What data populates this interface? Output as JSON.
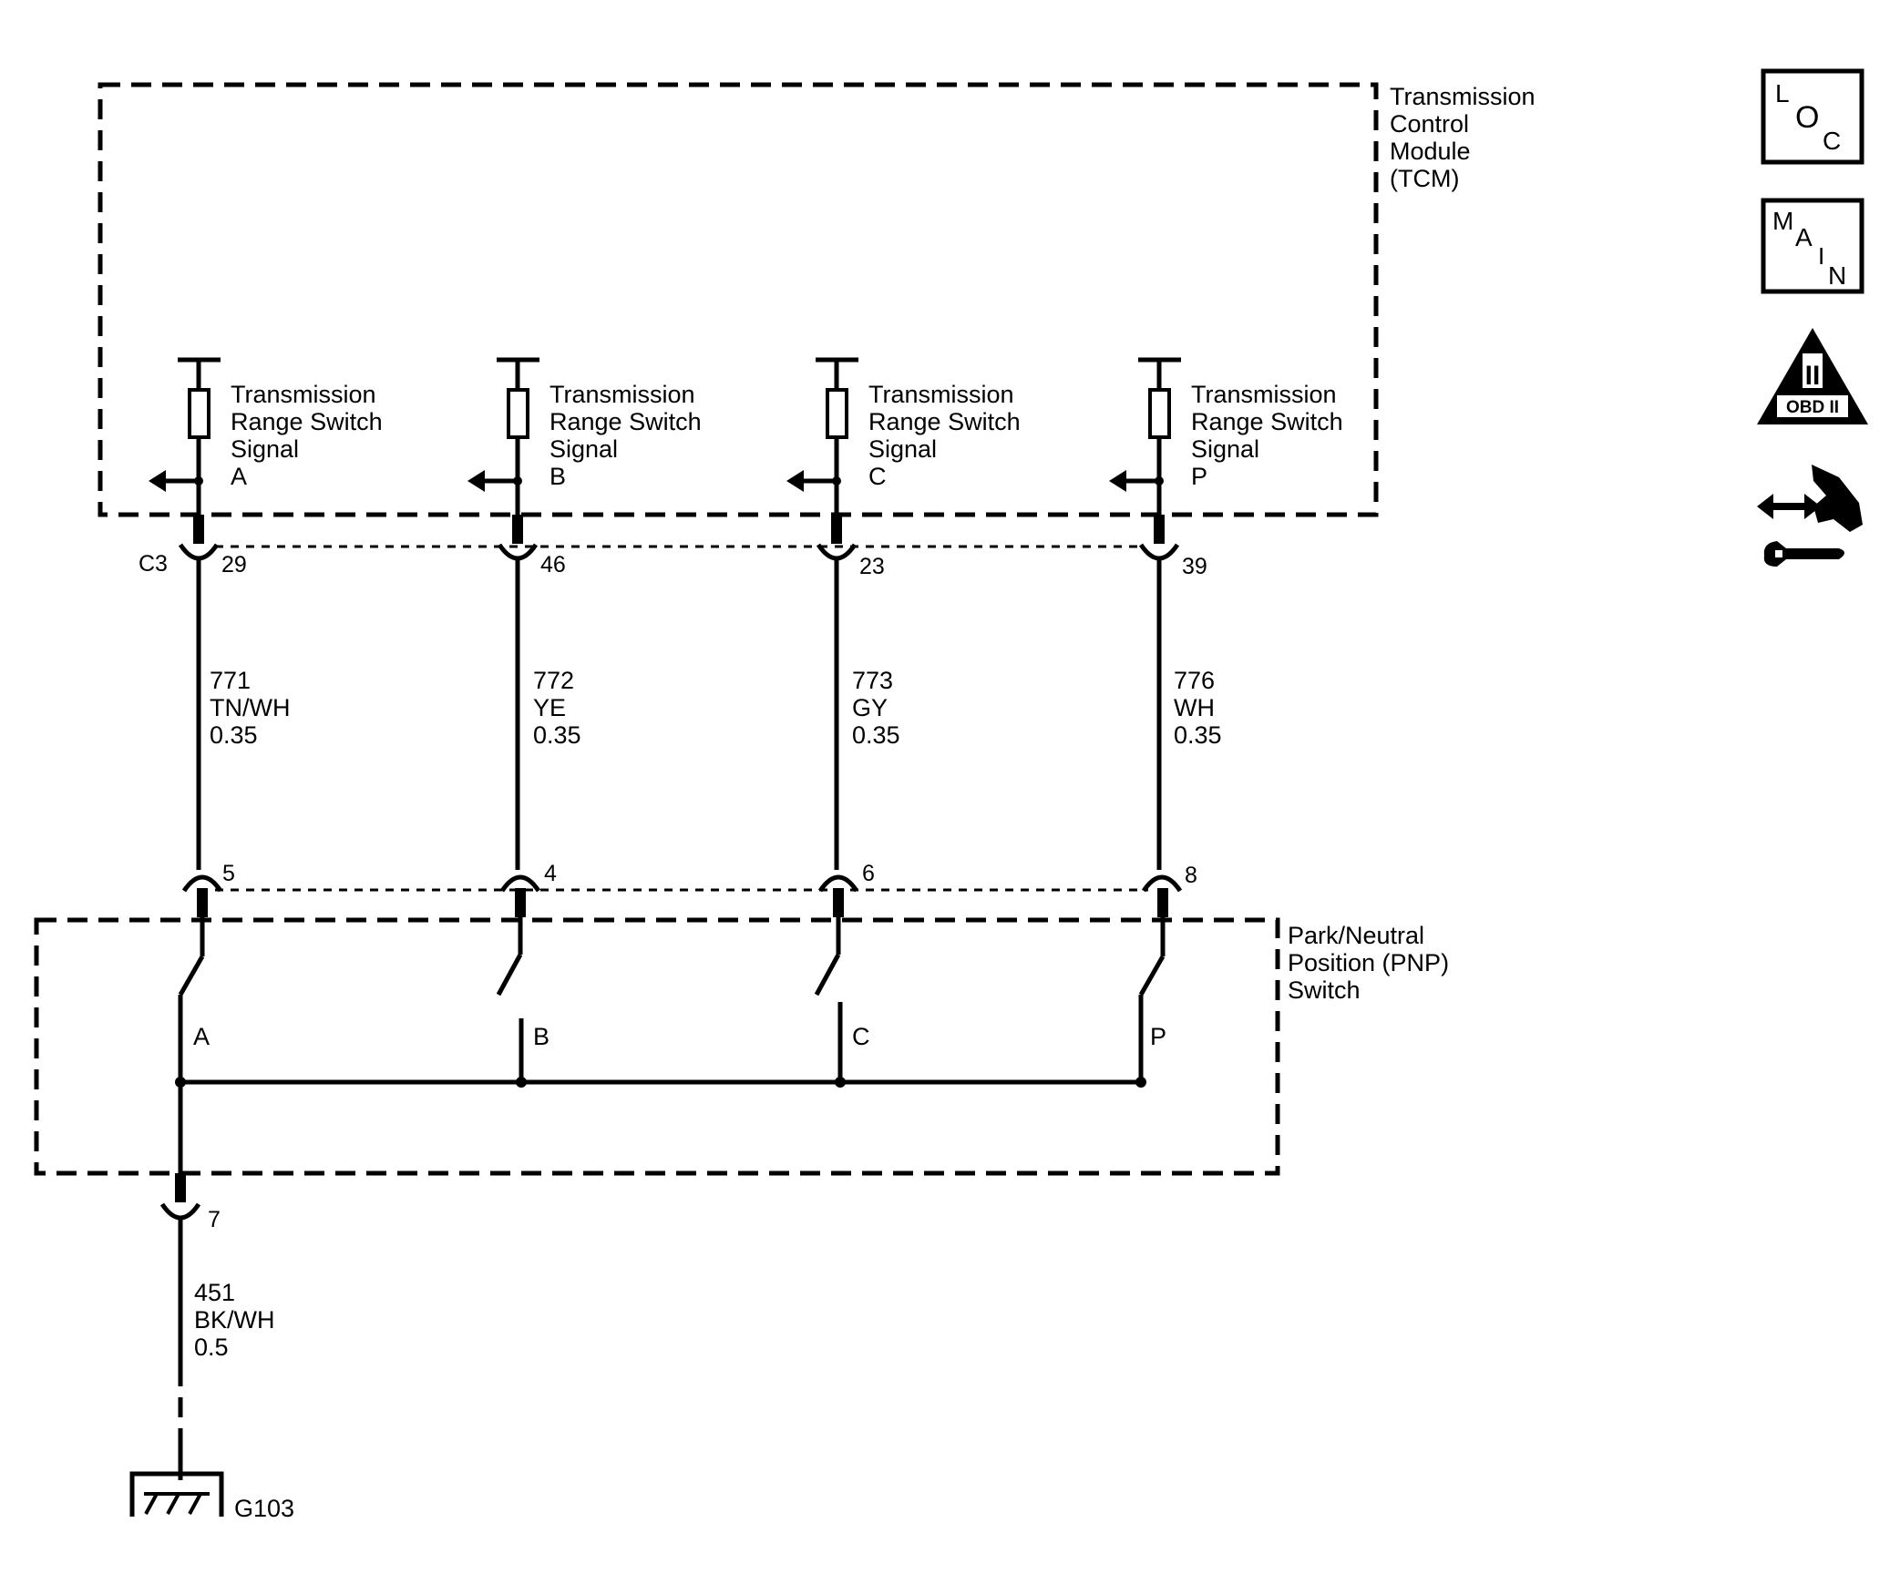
{
  "tcm": {
    "title_lines": [
      "Transmission",
      "Control",
      "Module",
      "(TCM)"
    ],
    "connector": "C3",
    "signals": [
      {
        "lines": [
          "Transmission",
          "Range Switch",
          "Signal",
          "A"
        ],
        "tcm_pin": "29",
        "circuit": "771",
        "color": "TN/WH",
        "gauge": "0.35",
        "pnp_pin": "5",
        "switch_label": "A"
      },
      {
        "lines": [
          "Transmission",
          "Range Switch",
          "Signal",
          "B"
        ],
        "tcm_pin": "46",
        "circuit": "772",
        "color": "YE",
        "gauge": "0.35",
        "pnp_pin": "4",
        "switch_label": "B"
      },
      {
        "lines": [
          "Transmission",
          "Range Switch",
          "Signal",
          "C"
        ],
        "tcm_pin": "23",
        "circuit": "773",
        "color": "GY",
        "gauge": "0.35",
        "pnp_pin": "6",
        "switch_label": "C"
      },
      {
        "lines": [
          "Transmission",
          "Range Switch",
          "Signal",
          "P"
        ],
        "tcm_pin": "39",
        "circuit": "776",
        "color": "WH",
        "gauge": "0.35",
        "pnp_pin": "8",
        "switch_label": "P"
      }
    ]
  },
  "pnp": {
    "title_lines": [
      "Park/Neutral",
      "Position (PNP)",
      "Switch"
    ],
    "ground_pin": "7"
  },
  "ground_wire": {
    "circuit": "451",
    "color": "BK/WH",
    "gauge": "0.5"
  },
  "ground": {
    "label": "G103"
  },
  "icons": {
    "loc": {
      "l": "L",
      "o": "O",
      "c": "C"
    },
    "main": {
      "m": "M",
      "a": "A",
      "i": "I",
      "n": "N"
    },
    "obd": {
      "numeral": "II",
      "text": "OBD II"
    },
    "tool": "diagnostic-tool-icon"
  }
}
